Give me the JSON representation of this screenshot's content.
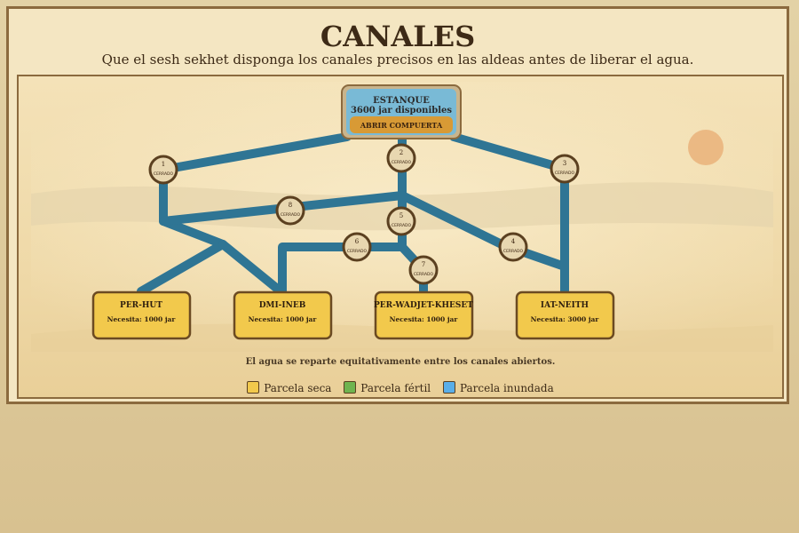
{
  "header": {
    "title": "CANALES",
    "subtitle": "Que el sesh sekhet disponga los canales precisos en las aldeas antes de liberar el agua."
  },
  "pond": {
    "name": "ESTANQUE",
    "available": "3600 jar disponibles",
    "open_gate_label": "ABRIR COMPUERTA"
  },
  "gates": [
    {
      "id": "1",
      "status": "CERRADO"
    },
    {
      "id": "2",
      "status": "CERRADO"
    },
    {
      "id": "3",
      "status": "CERRADO"
    },
    {
      "id": "4",
      "status": "CERRADO"
    },
    {
      "id": "5",
      "status": "CERRADO"
    },
    {
      "id": "6",
      "status": "CERRADO"
    },
    {
      "id": "7",
      "status": "CERRADO"
    },
    {
      "id": "8",
      "status": "CERRADO"
    }
  ],
  "villages": [
    {
      "name": "PER-HUT",
      "need": "Necesita: 1000 jar",
      "state": "seca"
    },
    {
      "name": "DMI-INEB",
      "need": "Necesita: 1000 jar",
      "state": "seca"
    },
    {
      "name": "PER-WADJET-KHESET",
      "need": "Necesita: 1000 jar",
      "state": "seca"
    },
    {
      "name": "IAT-NEITH",
      "need": "Necesita: 3000 jar",
      "state": "seca"
    }
  ],
  "footnote": "El agua se reparte equitativamente entre los canales abiertos.",
  "legend": [
    {
      "label": "Parcela seca",
      "color": "#f2c94c"
    },
    {
      "label": "Parcela fértil",
      "color": "#6fb44f"
    },
    {
      "label": "Parcela inundada",
      "color": "#5aaee8"
    }
  ],
  "colors": {
    "canal": "#2f7594",
    "gate_fill": "#e8d7b0",
    "gate_border": "#5b4020",
    "village_fill": "#f2c94c",
    "pond_fill": "#79bad6",
    "button_fill": "#d89a35"
  }
}
